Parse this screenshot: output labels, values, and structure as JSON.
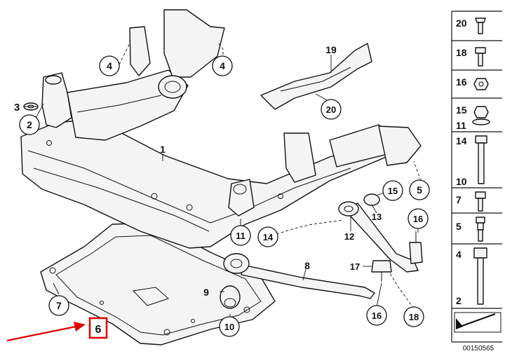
{
  "diagram": {
    "labels": {
      "l1": "1",
      "l2": "2",
      "l3": "3",
      "l4a": "4",
      "l4b": "4",
      "l5": "5",
      "l6": "6",
      "l7": "7",
      "l8": "8",
      "l9": "9",
      "l10": "10",
      "l11": "11",
      "l12": "12",
      "l13": "13",
      "l14": "14",
      "l15": "15",
      "l16a": "16",
      "l16b": "16",
      "l17": "17",
      "l18": "18",
      "l19": "19",
      "l20": "20"
    },
    "highlight_color": "#e00000",
    "arrow_color": "#e00000"
  },
  "side_panel": {
    "items": [
      "20",
      "18",
      "16",
      "15",
      "11",
      "14",
      "10",
      "7",
      "5",
      "4",
      "2"
    ],
    "footer_code": "00150565"
  }
}
